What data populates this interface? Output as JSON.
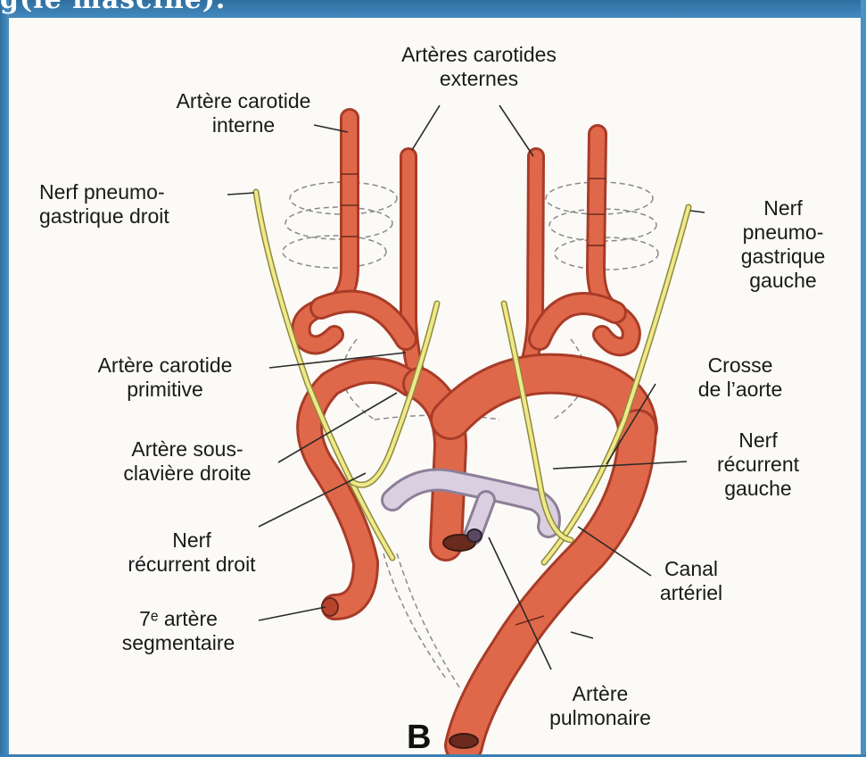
{
  "header": {
    "title_fragment": "g(le mascine)."
  },
  "labels": {
    "arteres_carotides_externes": "Artères carotides\nexternes",
    "artere_carotide_interne": "Artère carotide\ninterne",
    "nerf_pneumo_droit": "Nerf pneumo-\ngastrique droit",
    "nerf_pneumo_gauche": "Nerf\npneumo-\ngastrique\ngauche",
    "artere_carotide_primitive": "Artère carotide\nprimitive",
    "crosse_aorte": "Crosse\nde l’aorte",
    "artere_sous_claviere_droite": "Artère sous-\nclavière droite",
    "nerf_recurrent_gauche": "Nerf\nrécurrent\ngauche",
    "nerf_recurrent_droit": "Nerf\nrécurrent droit",
    "canal_arteriel": "Canal\nartériel",
    "septieme_artere_segmentaire": "7ᵉ artère\nsegmentaire",
    "artere_pulmonaire": "Artère\npulmonaire"
  },
  "panel_letter": "B",
  "colors": {
    "artery": "#e0684a",
    "artery_dark": "#a83c28",
    "nerve": "#efe98a",
    "pulmonary": "#d9cfe0",
    "background": "#fbfaf6",
    "frame": "#3b7fb4"
  }
}
